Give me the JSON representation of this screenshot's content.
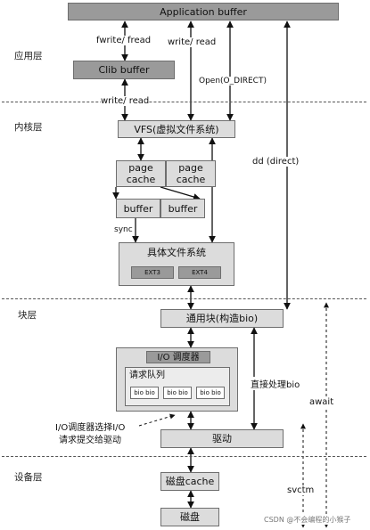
{
  "layers": {
    "app": "应用层",
    "kernel": "内核层",
    "block": "块层",
    "device": "设备层"
  },
  "boxes": {
    "app_buffer": "Application buffer",
    "clib_buffer": "Clib buffer",
    "vfs": "VFS(虚拟文件系统)",
    "page_cache_1": "page\ncache",
    "page_cache_2": "page\ncache",
    "buffer_1": "buffer",
    "buffer_2": "buffer",
    "fs_title": "具体文件系统",
    "ext3": "EXT3",
    "ext4": "EXT4",
    "generic_block": "通用块(构造bio)",
    "io_scheduler": "I/O 调度器",
    "request_queue": "请求队列",
    "bio_groups": [
      "bio bio",
      "bio bio",
      "bio bio"
    ],
    "driver": "驱动",
    "disk_cache": "磁盘cache",
    "disk": "磁盘"
  },
  "labels": {
    "fwrite_fread": "fwrite/ fread",
    "write_read_1": "write/ read",
    "write_read_2": "write/ read",
    "open_direct": "Open(O_DIRECT)",
    "dd_direct": "dd (direct)",
    "sync": "sync",
    "direct_bio": "直接处理bio",
    "await": "await",
    "svctm": "svctm",
    "scheduler_note_1": "I/O调度器选择I/O",
    "scheduler_note_2": "请求提交给驱动",
    "watermark": "CSDN @不会编程的小猴子"
  }
}
